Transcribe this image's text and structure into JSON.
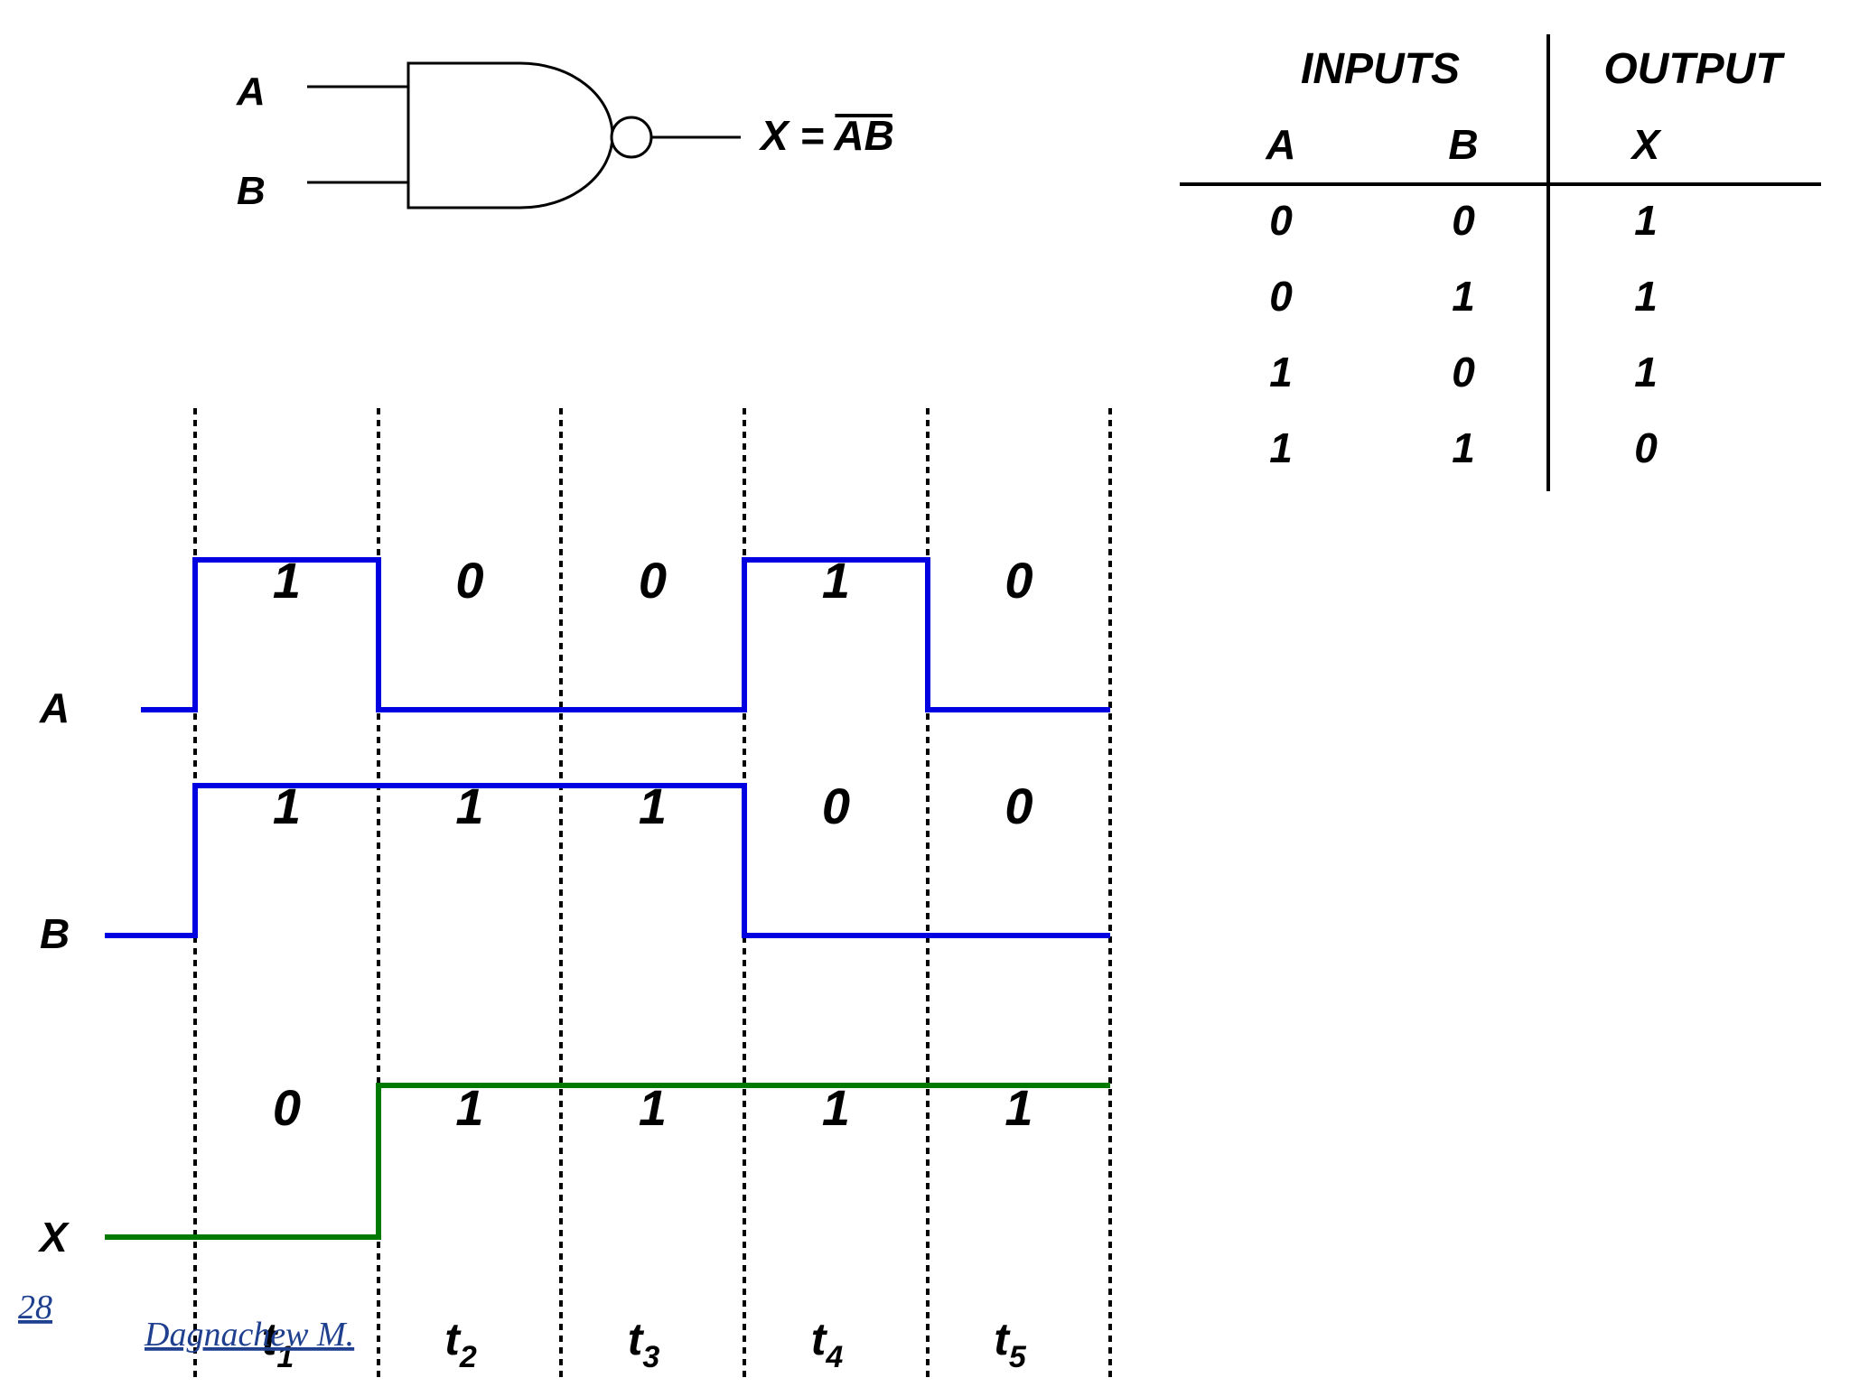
{
  "gate": {
    "input_a": "A",
    "input_b": "B",
    "output_prefix": "X = ",
    "output_bar": "AB"
  },
  "truth_table": {
    "header_inputs": "INPUTS",
    "header_output": "OUTPUT",
    "columns": [
      "A",
      "B",
      "X"
    ],
    "rows": [
      [
        "0",
        "0",
        "1"
      ],
      [
        "0",
        "1",
        "1"
      ],
      [
        "1",
        "0",
        "1"
      ],
      [
        "1",
        "1",
        "0"
      ]
    ]
  },
  "timing": {
    "signals": [
      {
        "name": "A",
        "values": [
          "1",
          "0",
          "0",
          "1",
          "0"
        ],
        "color": "#0000e0"
      },
      {
        "name": "B",
        "values": [
          "1",
          "1",
          "1",
          "0",
          "0"
        ],
        "color": "#0000e0"
      },
      {
        "name": "X",
        "values": [
          "0",
          "1",
          "1",
          "1",
          "1"
        ],
        "color": "#007a00"
      }
    ],
    "periods": [
      {
        "t": "t",
        "sub": "1"
      },
      {
        "t": "t",
        "sub": "2"
      },
      {
        "t": "t",
        "sub": "3"
      },
      {
        "t": "t",
        "sub": "4"
      },
      {
        "t": "t",
        "sub": "5"
      }
    ]
  },
  "footer": {
    "page_number": "28",
    "author": "Dagnachew M."
  }
}
